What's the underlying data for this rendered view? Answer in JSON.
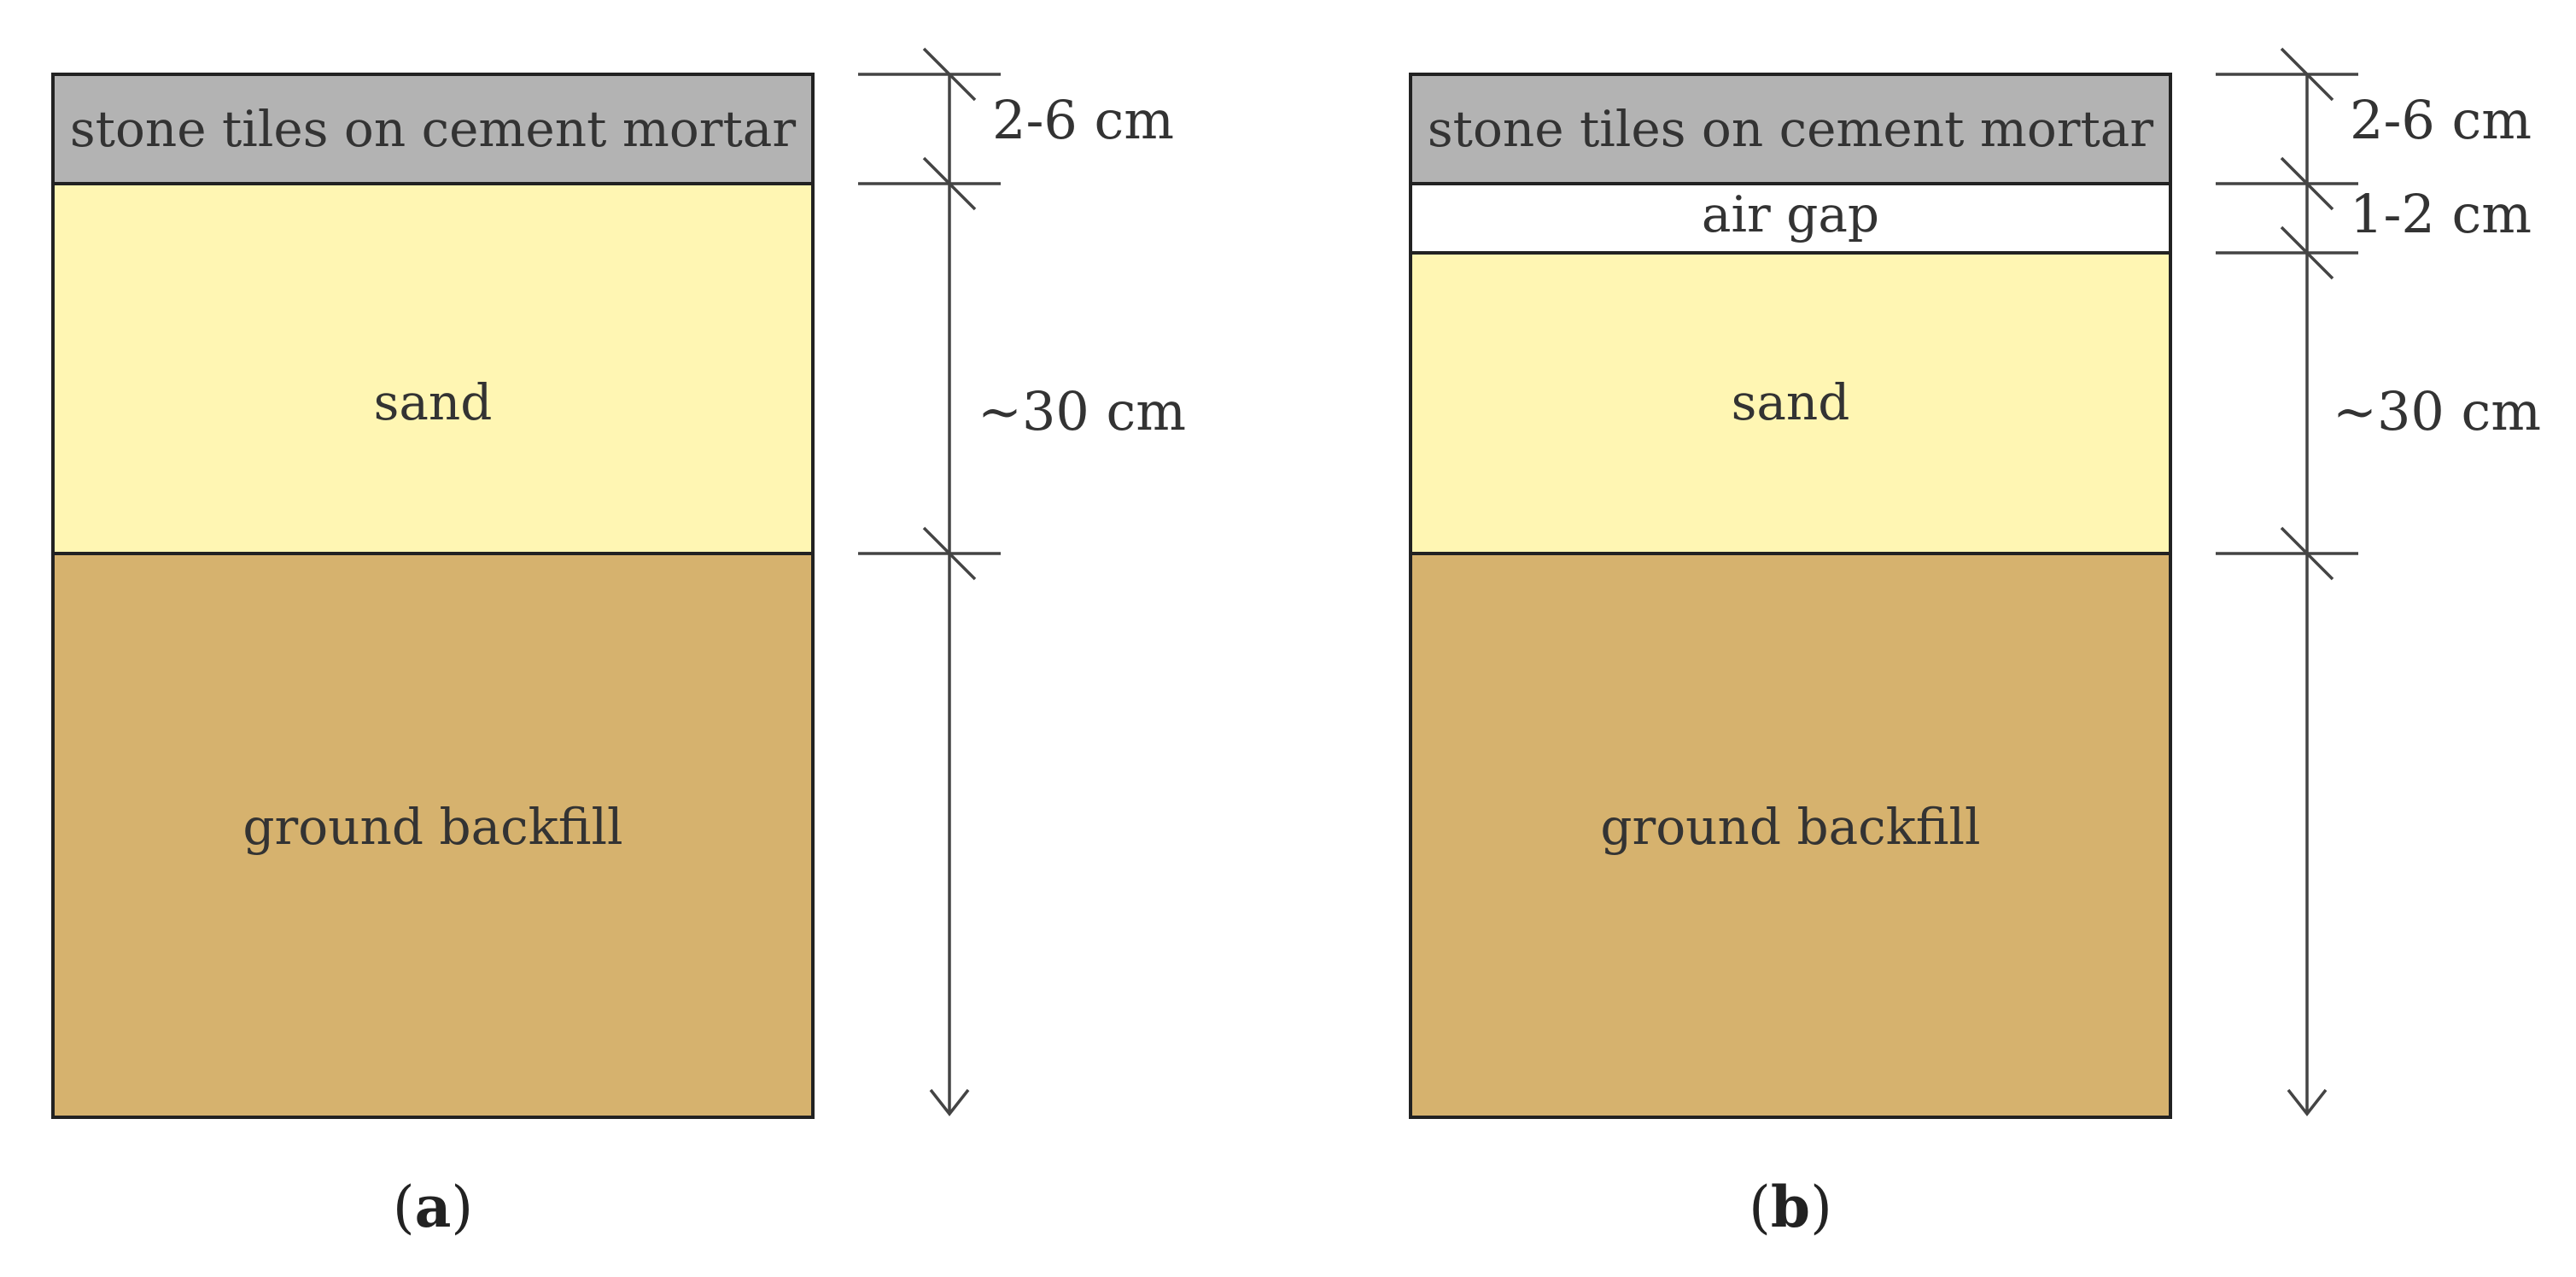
{
  "colors": {
    "stone": "#b3b3b3",
    "air": "#ffffff",
    "sand": "#fff6b3",
    "backfill": "#d6b26e",
    "outline": "#222222",
    "text": "#333333"
  },
  "panel_a": {
    "caption_open": "(",
    "caption_letter": "a",
    "caption_close": ")",
    "layers": {
      "stone": "stone tiles on cement mortar",
      "sand": "sand",
      "backfill": "ground backfill"
    },
    "dimensions": {
      "stone": "2-6 cm",
      "sand": "~30 cm"
    }
  },
  "panel_b": {
    "caption_open": "(",
    "caption_letter": "b",
    "caption_close": ")",
    "layers": {
      "stone": "stone tiles on cement mortar",
      "air": "air gap",
      "sand": "sand",
      "backfill": "ground backfill"
    },
    "dimensions": {
      "stone": "2-6 cm",
      "air": "1-2 cm",
      "sand": "~30 cm"
    }
  }
}
